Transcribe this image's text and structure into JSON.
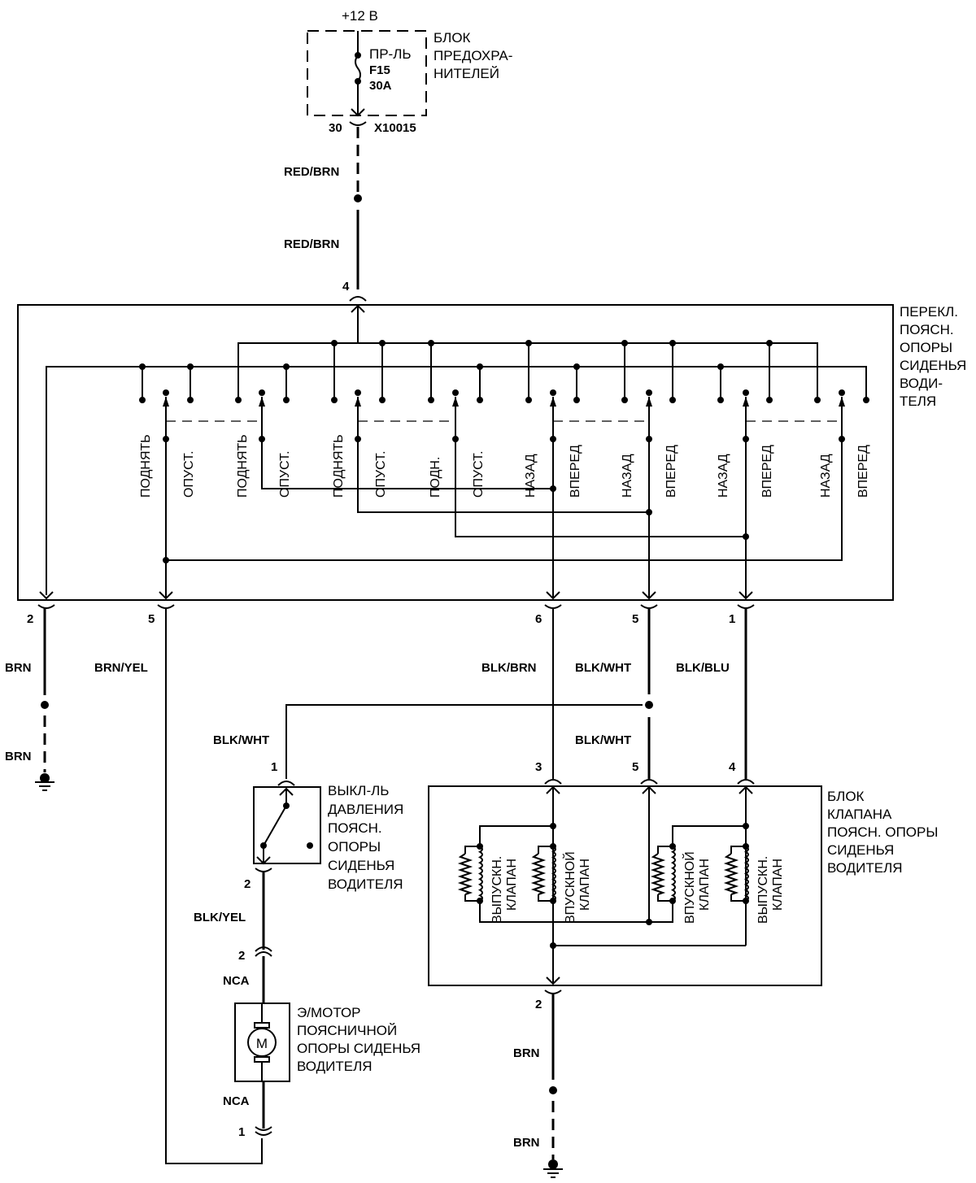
{
  "diagram": {
    "title": "Lumbar support wiring diagram, driver seat",
    "power_supply": {
      "voltage_label": "+12 В",
      "fuse_block_label": [
        "БЛОК",
        "ПРЕДОХРА-",
        "НИТЕЛЕЙ"
      ],
      "fuse_name": "ПР-ЛЬ",
      "fuse_id": "F15",
      "fuse_rating": "30A",
      "connector_pin": "30",
      "connector_id": "X10015"
    },
    "wires": {
      "supply_upper": "RED/BRN",
      "supply_lower": "RED/BRN",
      "switch_pin2": "BRN",
      "switch_pin2_ground": "BRN",
      "switch_pin5": "BRN/YEL",
      "switch_pin6": "BLK/BRN",
      "switch_pin5b": "BLK/WHT",
      "switch_pin1": "BLK/BLU",
      "pressure_switch_in": "BLK/WHT",
      "valve_pin5": "BLK/WHT",
      "pressure_switch_out": "BLK/YEL",
      "motor_upper": "NCA",
      "motor_lower": "NCA",
      "valve_ground_upper": "BRN",
      "valve_ground_lower": "BRN"
    },
    "switch": {
      "label": [
        "ПЕРЕКЛ.",
        "ПОЯСН.",
        "ОПОРЫ",
        "СИДЕНЬЯ",
        "ВОДИ-",
        "ТЕЛЯ"
      ],
      "input_pin": "4",
      "positions": [
        "ПОДНЯТЬ",
        "ОПУСТ.",
        "ПОДНЯТЬ",
        "ОПУСТ.",
        "ПОДНЯТЬ",
        "ОПУСТ.",
        "ПОДН.",
        "ОПУСТ.",
        "НАЗАД",
        "ВПЕРЕД",
        "НАЗАД",
        "ВПЕРЕД",
        "НАЗАД",
        "ВПЕРЕД",
        "НАЗАД",
        "ВПЕРЕД"
      ],
      "output_pins": [
        "2",
        "5",
        "6",
        "5",
        "1"
      ]
    },
    "pressure_switch": {
      "label": [
        "ВЫКЛ-ЛЬ",
        "ДАВЛЕНИЯ",
        "ПОЯСН.",
        "ОПОРЫ",
        "СИДЕНЬЯ",
        "ВОДИТЕЛЯ"
      ],
      "pin_in": "1",
      "pin_out": "2"
    },
    "motor": {
      "connector_pin_top": "2",
      "connector_pin_bottom": "1",
      "symbol": "M",
      "label": [
        "Э/МОТОР",
        "ПОЯСНИЧНОЙ",
        "ОПОРЫ СИДЕНЬЯ",
        "ВОДИТЕЛЯ"
      ]
    },
    "valve_block": {
      "label": [
        "БЛОК",
        "КЛАПАНА",
        "ПОЯСН. ОПОРЫ",
        "СИДЕНЬЯ",
        "ВОДИТЕЛЯ"
      ],
      "input_pins": [
        "3",
        "5",
        "4"
      ],
      "ground_pin": "2",
      "valves": [
        [
          "ВЫПУСКН.",
          "КЛАПАН"
        ],
        [
          "ВПУСКНОЙ",
          "КЛАПАН"
        ],
        [
          "ВПУСКНОЙ",
          "КЛАПАН"
        ],
        [
          "ВЫПУСКН.",
          "КЛАПАН"
        ]
      ]
    }
  }
}
